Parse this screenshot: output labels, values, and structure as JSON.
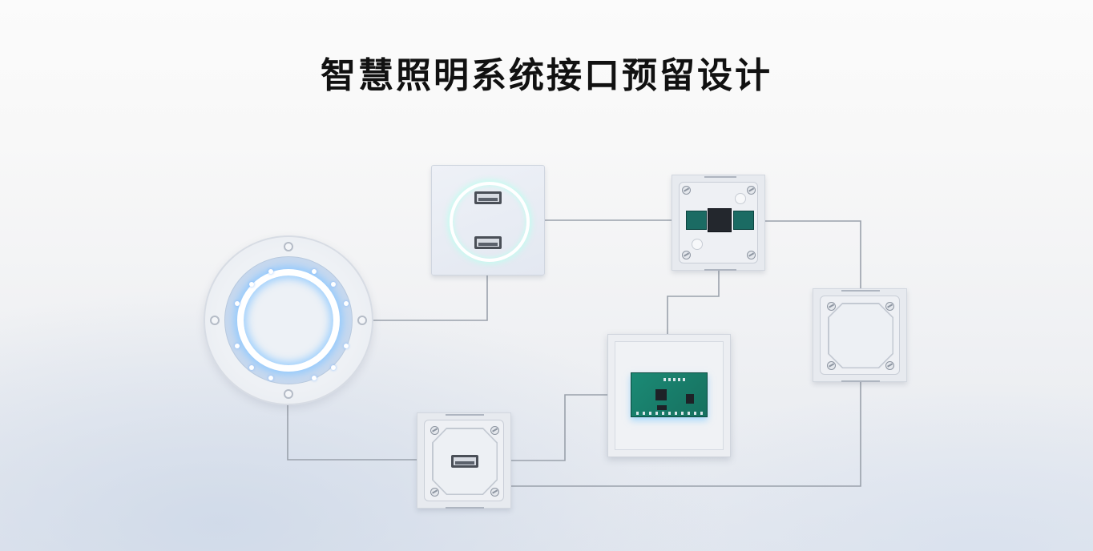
{
  "title": "智慧照明系统接口预留设计",
  "colors": {
    "title_text": "#111111",
    "wire": "#9aa1ab",
    "glow_blue": "#8cc8ff",
    "pcb_green": "#1b8a75",
    "background_top": "#fbfbfb",
    "background_bottom": "#e4e8ef"
  },
  "diagram": {
    "nodes": [
      {
        "id": "ring-light",
        "label": "circular-glow-light-module",
        "icon": "ring-light-icon"
      },
      {
        "id": "usb-double-panel",
        "label": "dual-usb-panel-with-glow-ring",
        "icon": "usb-port-icon"
      },
      {
        "id": "chip-module",
        "label": "control-chip-module",
        "icon": "chip-icon"
      },
      {
        "id": "blank-module",
        "label": "blank-octagon-module",
        "icon": "blank-plate-icon"
      },
      {
        "id": "pcb-panel",
        "label": "pcb-display-panel",
        "icon": "circuit-board-icon"
      },
      {
        "id": "usb-single-module",
        "label": "single-usb-module",
        "icon": "usb-port-icon"
      }
    ],
    "edges": [
      {
        "from": "ring-light",
        "to": "usb-double-panel"
      },
      {
        "from": "usb-double-panel",
        "to": "chip-module"
      },
      {
        "from": "chip-module",
        "to": "pcb-panel"
      },
      {
        "from": "chip-module",
        "to": "blank-module"
      },
      {
        "from": "blank-module",
        "to": "usb-single-module"
      },
      {
        "from": "ring-light",
        "to": "usb-single-module"
      },
      {
        "from": "usb-single-module",
        "to": "pcb-panel"
      }
    ]
  }
}
